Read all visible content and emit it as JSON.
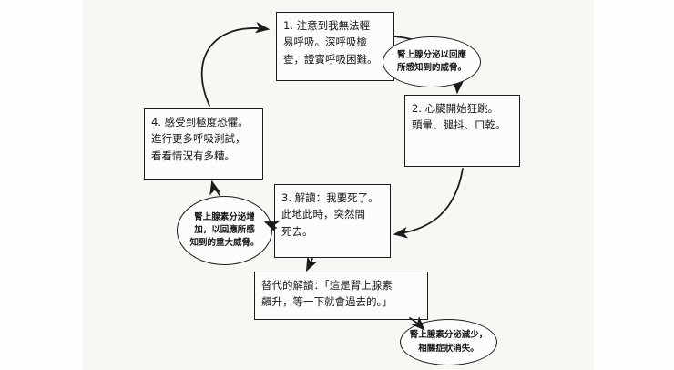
{
  "diagram": {
    "name": "panic-cycle-flowchart",
    "colors": {
      "ink": "#1c1c1c",
      "paper": "#fcfcfa"
    },
    "nodes": {
      "step1": {
        "label": "1. 注意到我無法輕\n易呼吸。深呼吸檢\n查，證實呼吸困難。"
      },
      "adrenaline_response": {
        "label": "腎上腺分泌以回應\n所感知到的威脅。"
      },
      "step2": {
        "label": "2. 心臟開始狂跳。\n頭暈、腿抖、口乾。"
      },
      "step3": {
        "label": "3. 解讀：我要死了。\n此地此時，突然間\n死去。"
      },
      "adrenaline_increase": {
        "label": "腎上腺素分泌增\n加，以回應所感\n知到的重大威脅。"
      },
      "step4": {
        "label": "4. 感受到極度恐懼。\n進行更多呼吸測試，\n看看情況有多糟。"
      },
      "alternative": {
        "label": "替代的解讀：「這是腎上腺素\n飆升，等一下就會過去的。」"
      },
      "adrenaline_decrease": {
        "label": "腎上腺素分泌減少，\n相關症狀消失。"
      }
    }
  }
}
